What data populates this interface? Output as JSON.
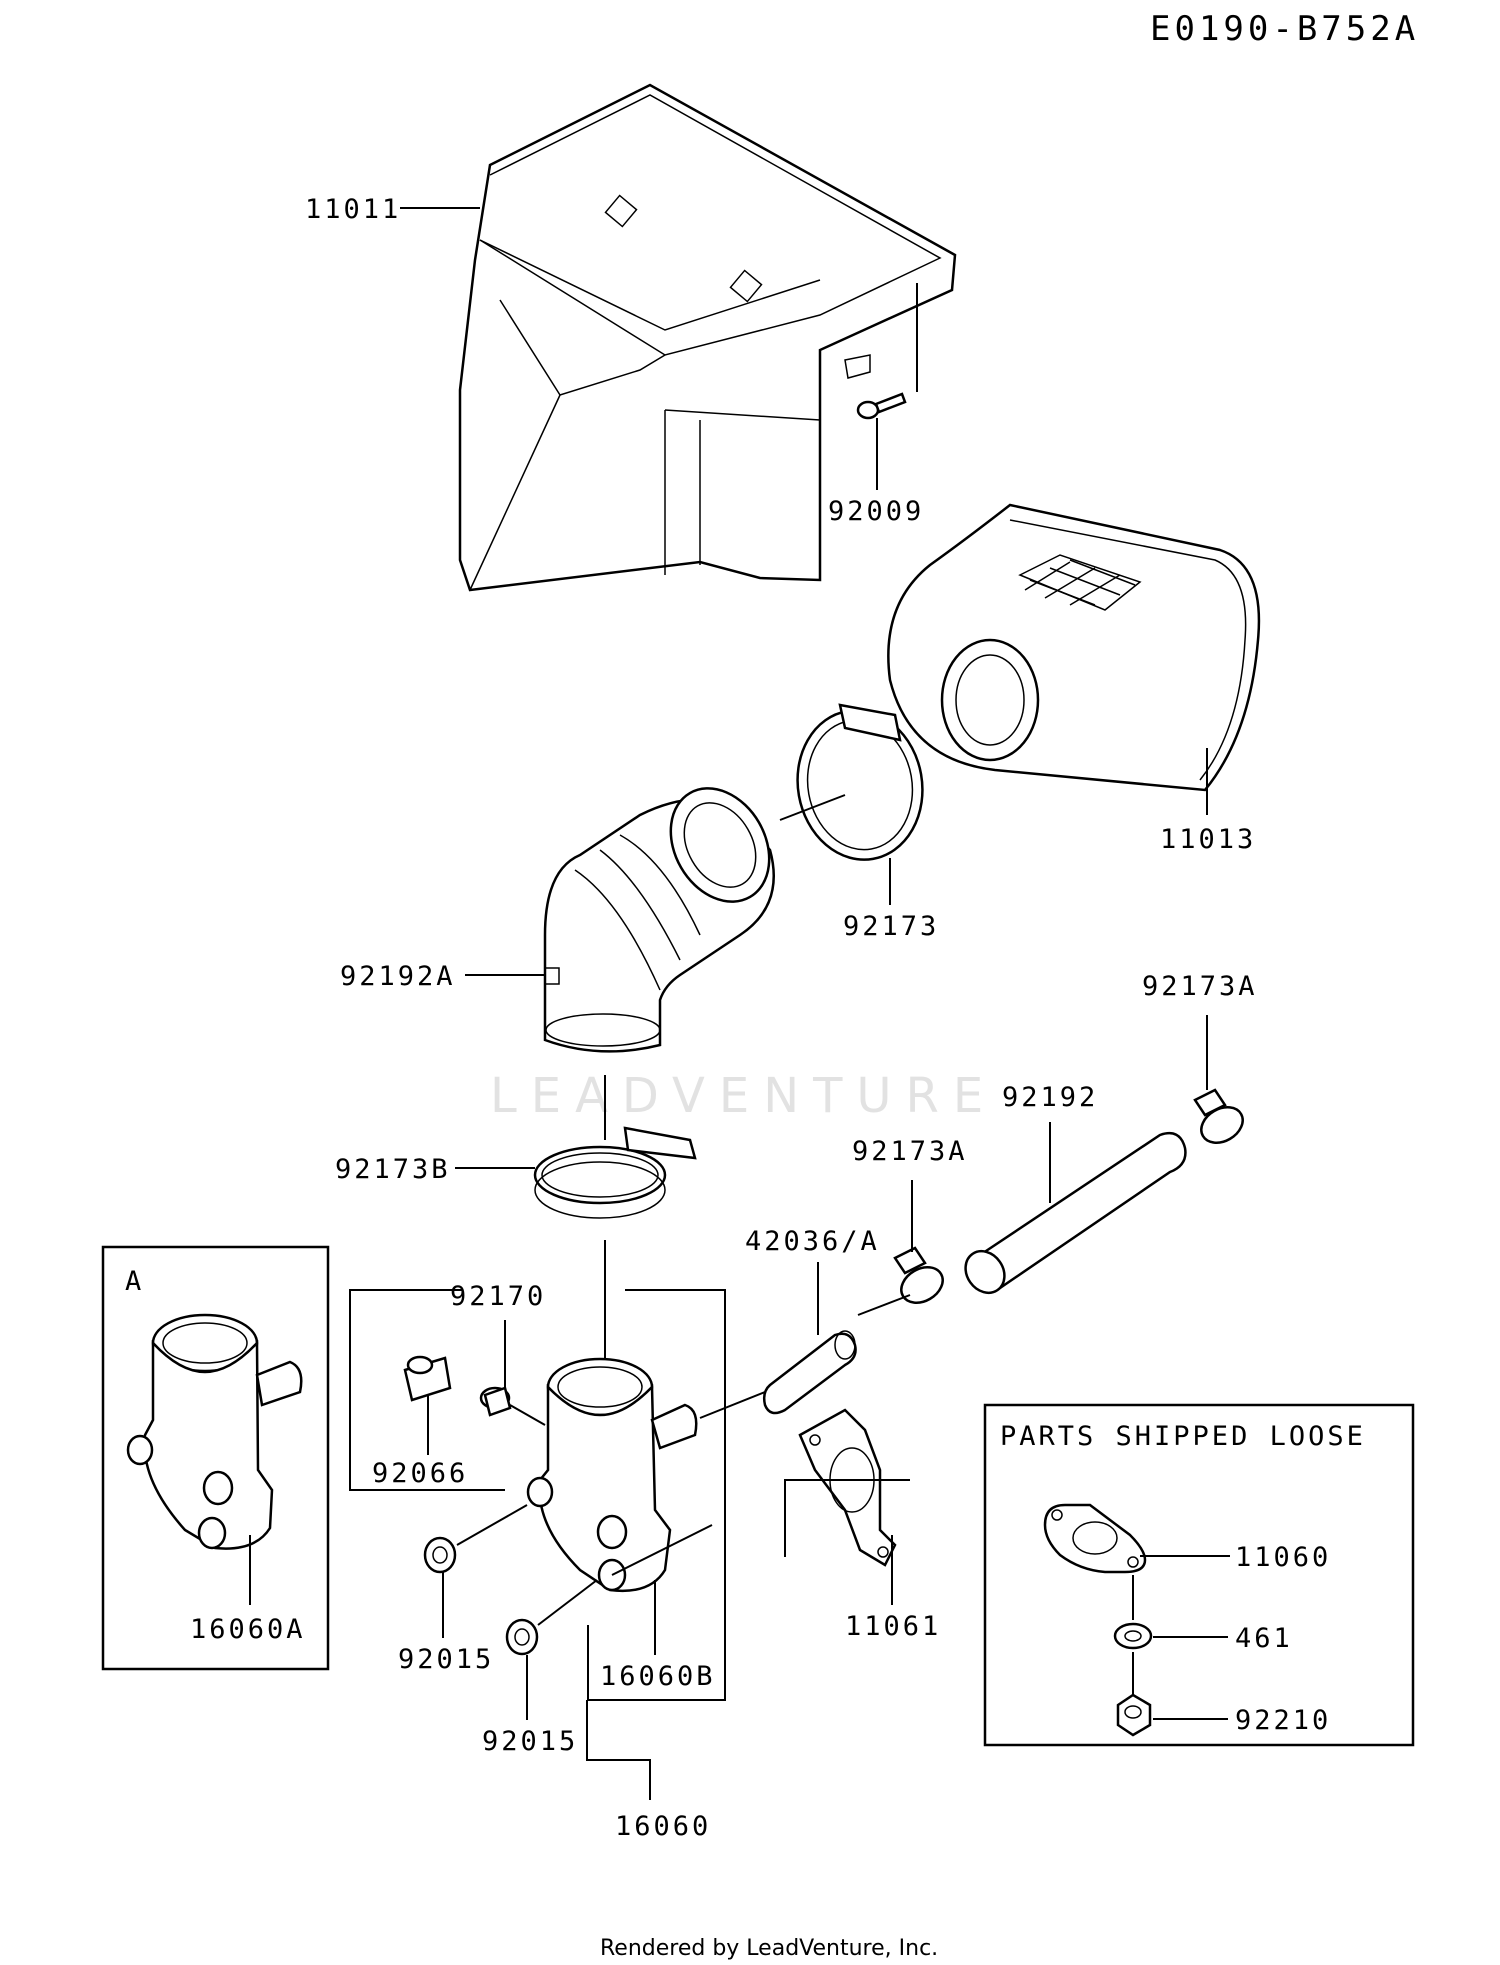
{
  "diagram_id": "E0190-B752A",
  "watermark": "LEADVENTURE",
  "footer": "Rendered by LeadVenture, Inc.",
  "inset_a_label": "A",
  "loose_parts_title": "PARTS SHIPPED LOOSE",
  "callouts": {
    "p11011": "11011",
    "p92009": "92009",
    "p11013": "11013",
    "p92173": "92173",
    "p92192A": "92192A",
    "p92173A_top": "92173A",
    "p92192": "92192",
    "p92173B": "92173B",
    "p92173A_mid": "92173A",
    "p42036A": "42036/A",
    "p92170": "92170",
    "p92066": "92066",
    "p16060A": "16060A",
    "p92015_a": "92015",
    "p92015_b": "92015",
    "p16060B": "16060B",
    "p16060": "16060",
    "p11061": "11061",
    "p11060": "11060",
    "p461": "461",
    "p92210": "92210"
  }
}
